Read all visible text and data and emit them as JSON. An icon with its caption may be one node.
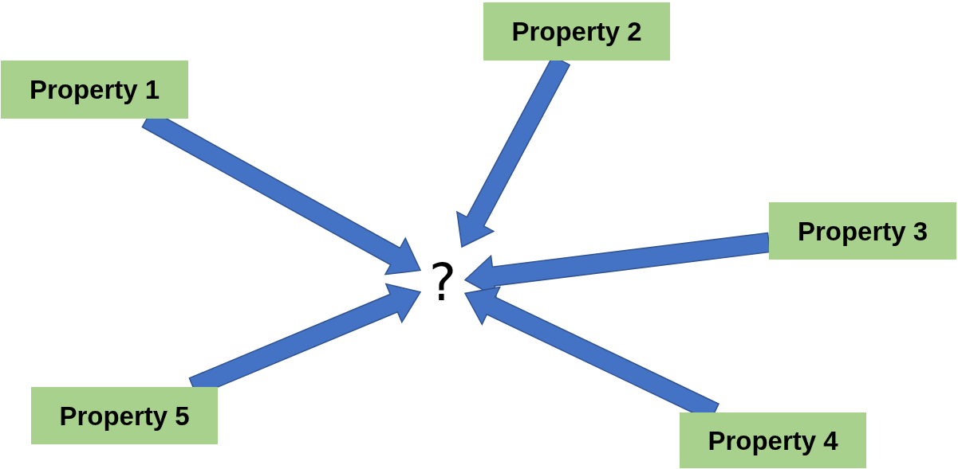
{
  "diagram": {
    "nodes": [
      {
        "text": [
          "Property 1"
        ]
      },
      {
        "text": [
          "Property 2"
        ]
      },
      {
        "text": [
          "Property 3"
        ]
      },
      {
        "text": [
          "Property 4"
        ]
      },
      {
        "text": [
          "Property 5"
        ]
      },
      {
        "text": [
          "?"
        ]
      }
    ],
    "edges": [
      {
        "from": 0,
        "to": 5,
        "arrow": "to"
      },
      {
        "from": 1,
        "to": 5,
        "arrow": "to"
      },
      {
        "from": 2,
        "to": 5,
        "arrow": "to"
      },
      {
        "from": 3,
        "to": 5,
        "arrow": "to"
      },
      {
        "from": 4,
        "to": 5,
        "arrow": "to"
      }
    ]
  }
}
